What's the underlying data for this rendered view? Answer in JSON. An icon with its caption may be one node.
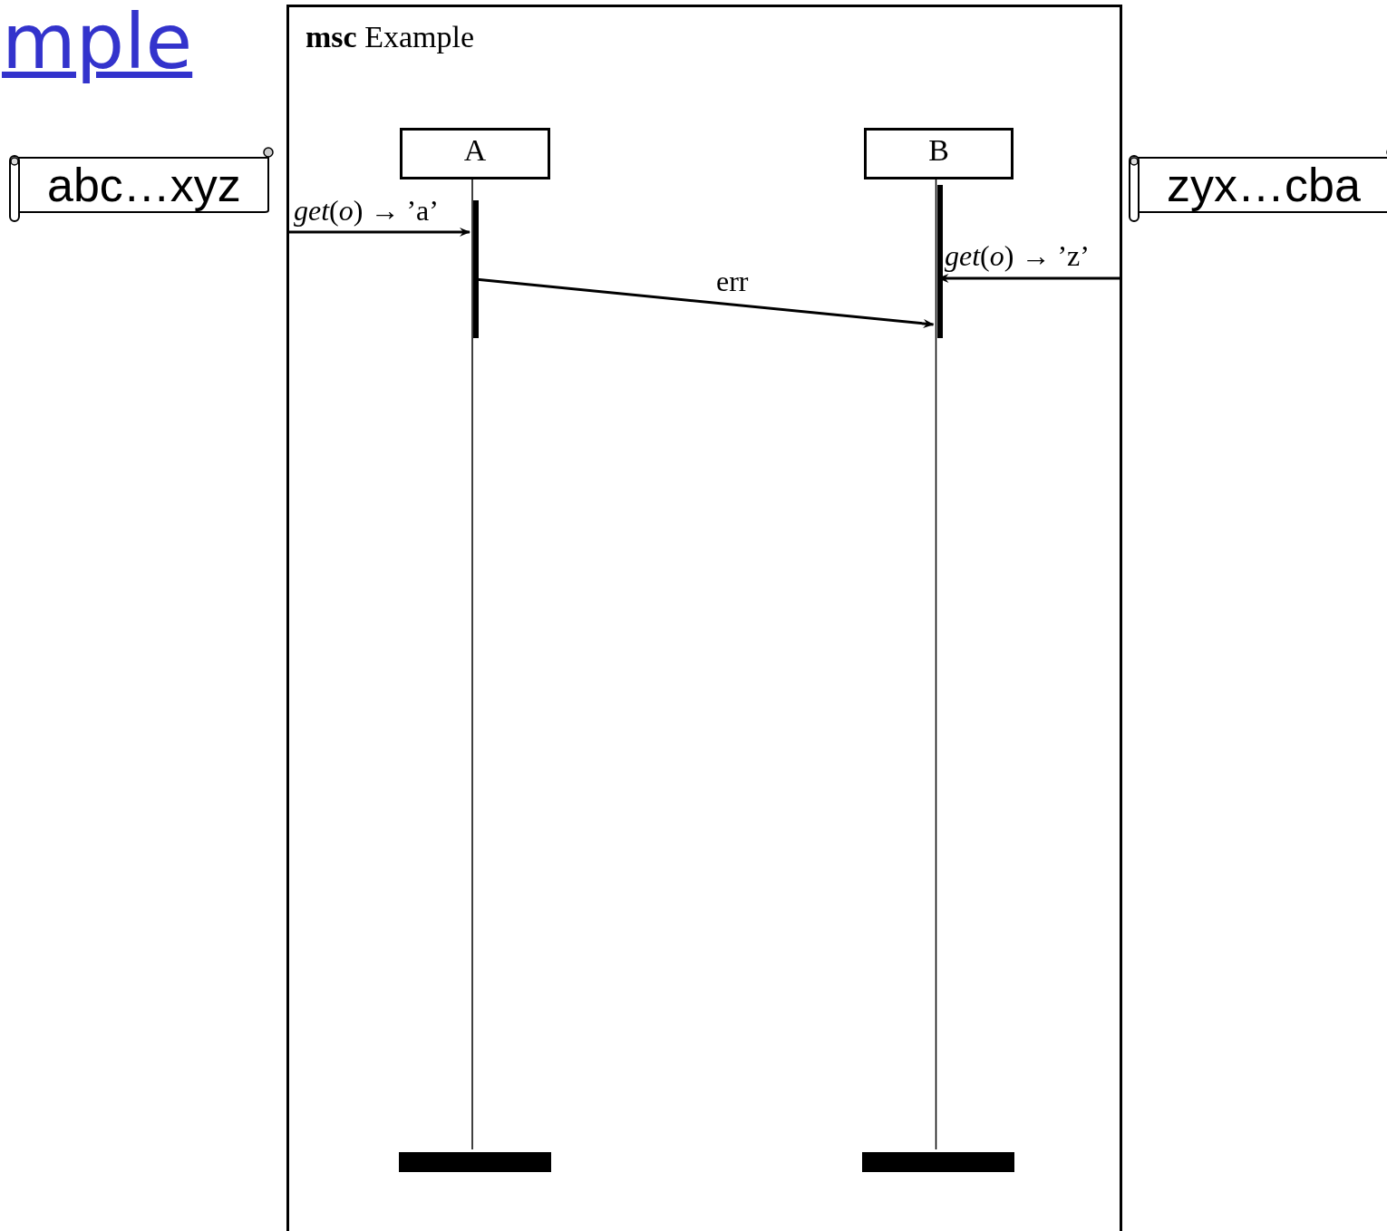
{
  "diagram": {
    "title": "mple",
    "nodes": [
      {
        "text": [
          "**msc** Example"
        ]
      },
      {
        "text": [
          "A"
        ],
        "in": 0
      },
      {
        "text": [
          "B"
        ],
        "in": 0
      },
      {
        "text": [
          "abc…xyz"
        ]
      },
      {
        "text": [
          "zyx…cba"
        ]
      },
      {
        "text": [],
        "shape": "bar",
        "in": 0
      },
      {
        "text": [],
        "shape": "bar",
        "in": 0
      }
    ],
    "edges": [
      {
        "from": null,
        "to": 1,
        "arrow": "to",
        "label": "*get*(*o*) → ’a’"
      },
      {
        "from": 1,
        "to": 2,
        "arrow": "to",
        "label": "err"
      },
      {
        "from": null,
        "to": 2,
        "arrow": "to",
        "label": "*get*(*o*) → ’z’"
      },
      {
        "from": 1,
        "to": 5,
        "arrow": "none"
      },
      {
        "from": 2,
        "to": 6,
        "arrow": "none"
      }
    ]
  }
}
